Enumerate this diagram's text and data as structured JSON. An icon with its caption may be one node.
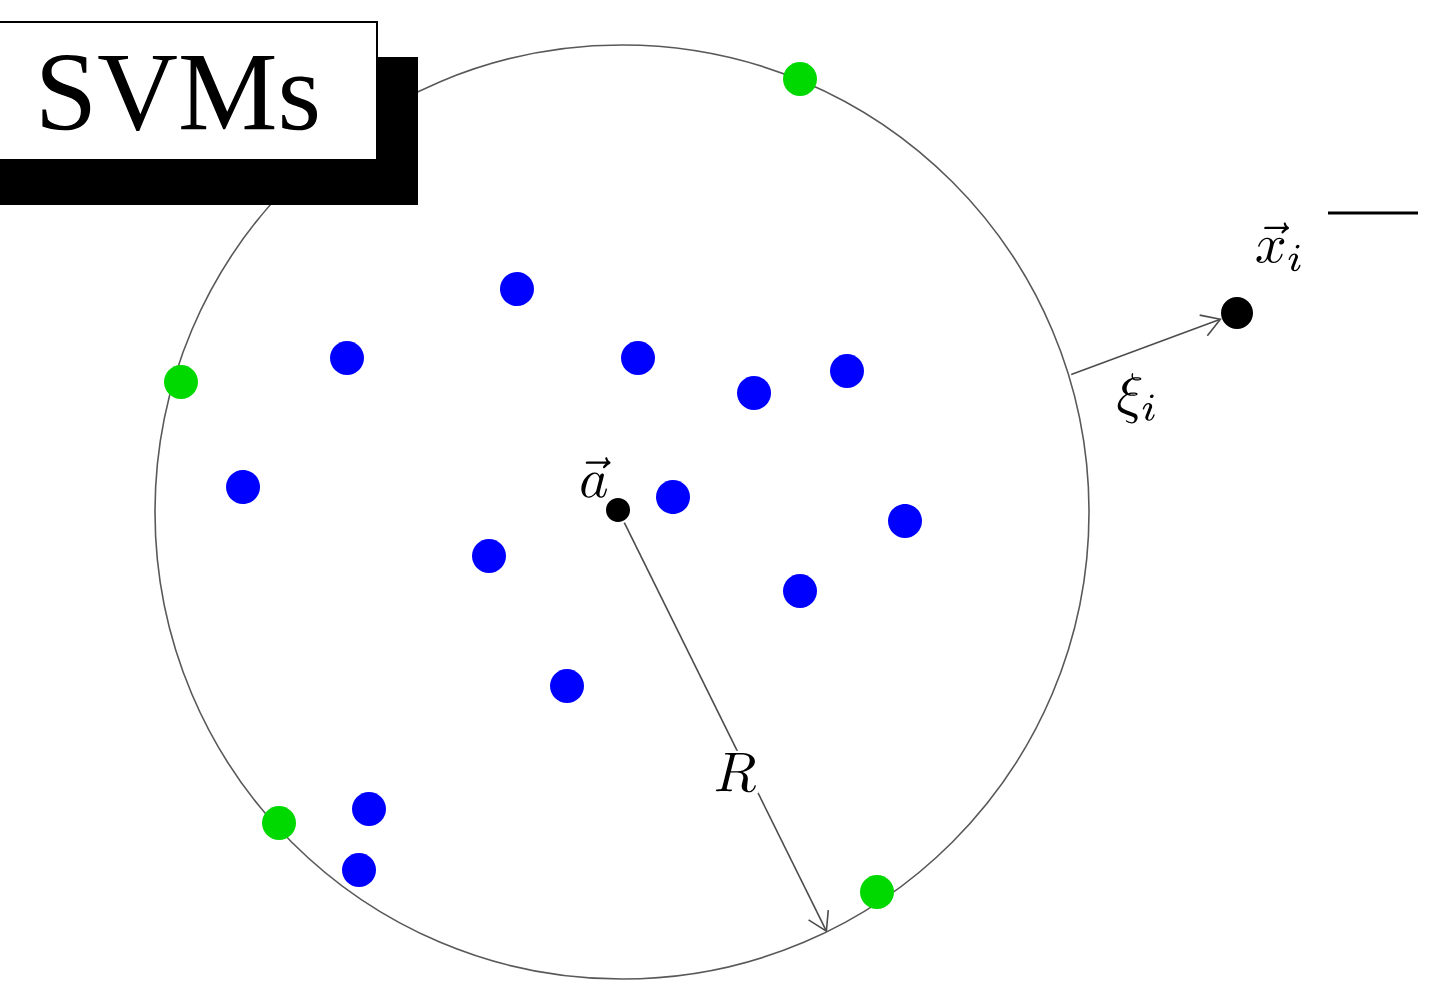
{
  "diagram": {
    "title": "SVMs",
    "nodes": [
      {
        "text": [],
        "shape": "circle"
      },
      {
        "text": [
          "\\vec{a}"
        ],
        "in": 0
      },
      {
        "text": [
          "\\vec{x}_i"
        ]
      }
    ],
    "edges": [
      {
        "from": 1,
        "to": 0,
        "arrow": "to",
        "label": "R"
      },
      {
        "from": 0,
        "to": 2,
        "arrow": "to",
        "label": "\\xi_i"
      }
    ]
  }
}
